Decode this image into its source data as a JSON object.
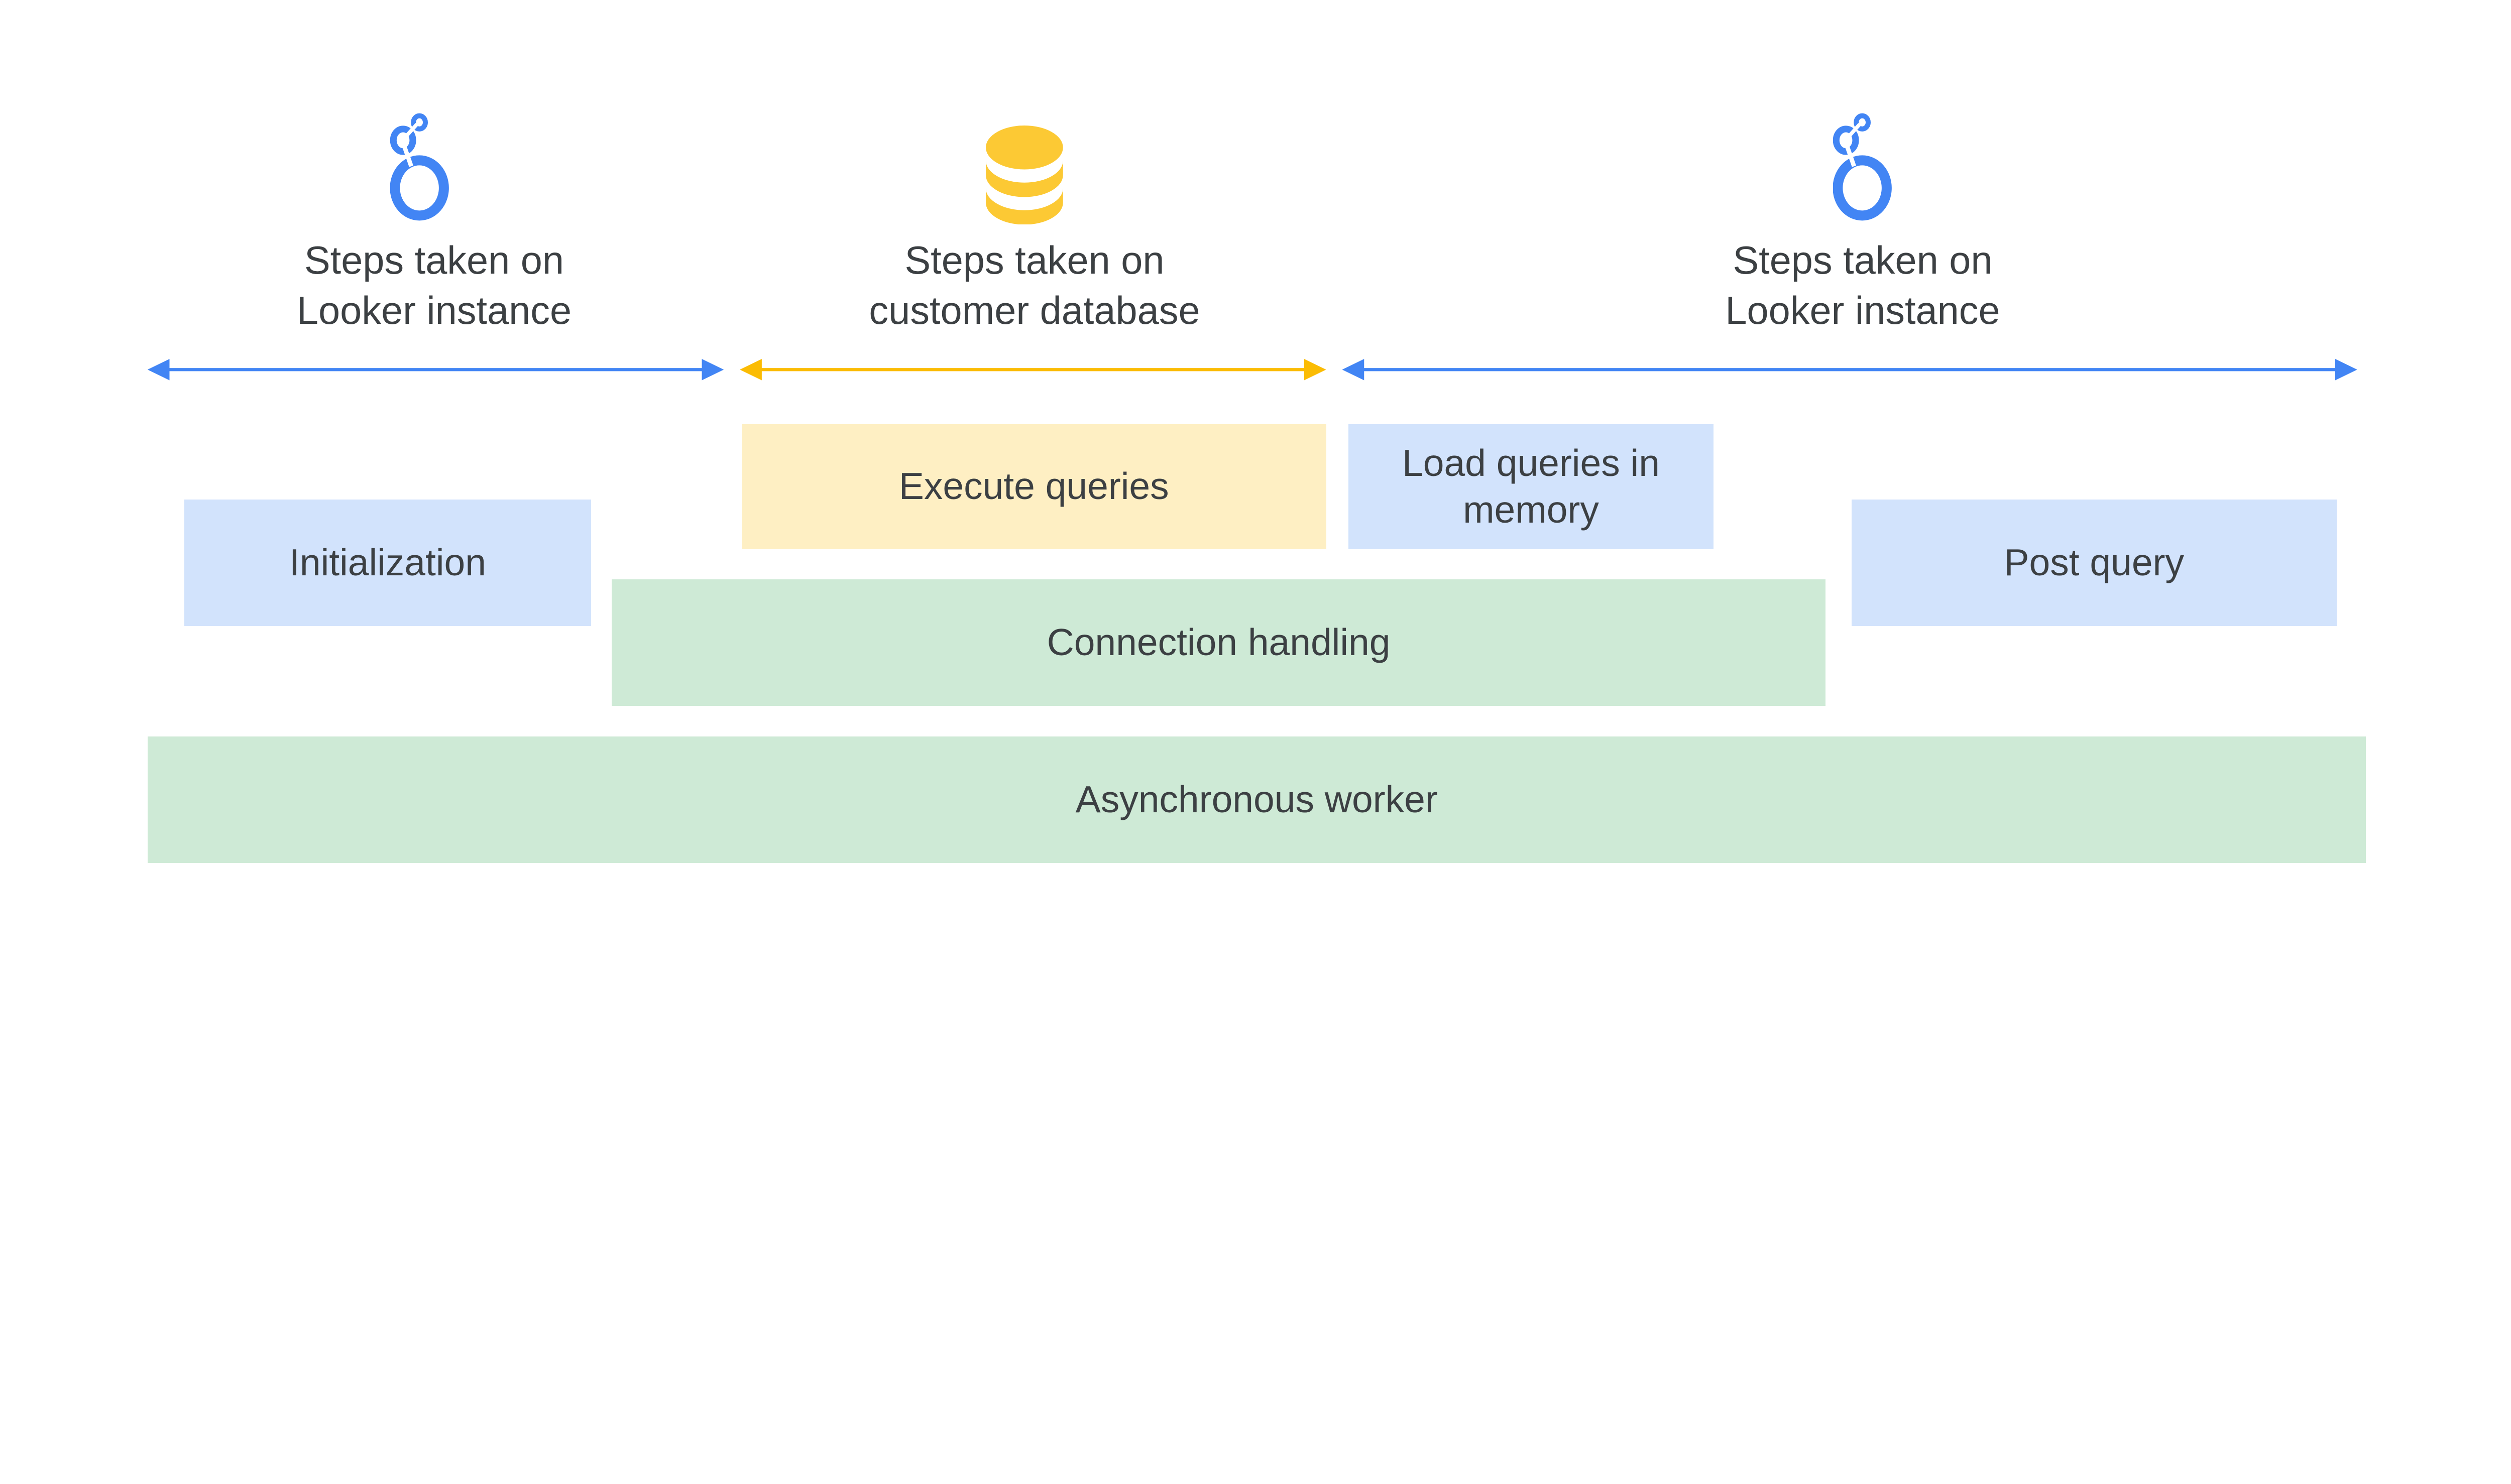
{
  "colors": {
    "looker_blue": "#4285f4",
    "database_yellow": "#fcc934",
    "arrow_yellow": "#fbbc04",
    "box_blue": "#d2e3fc",
    "box_yellow": "#feefc3",
    "box_green": "#ceead6",
    "text": "#3c4043"
  },
  "sections": [
    {
      "icon": "looker-logo-icon",
      "line1": "Steps taken on",
      "line2": "Looker instance"
    },
    {
      "icon": "database-icon",
      "line1": "Steps taken on",
      "line2": "customer database"
    },
    {
      "icon": "looker-logo-icon",
      "line1": "Steps taken on",
      "line2": "Looker instance"
    }
  ],
  "boxes": {
    "initialization": "Initialization",
    "execute_queries": "Execute queries",
    "load_queries": "Load queries in memory",
    "post_query": "Post query",
    "connection_handling": "Connection handling",
    "async_worker": "Asynchronous worker"
  }
}
